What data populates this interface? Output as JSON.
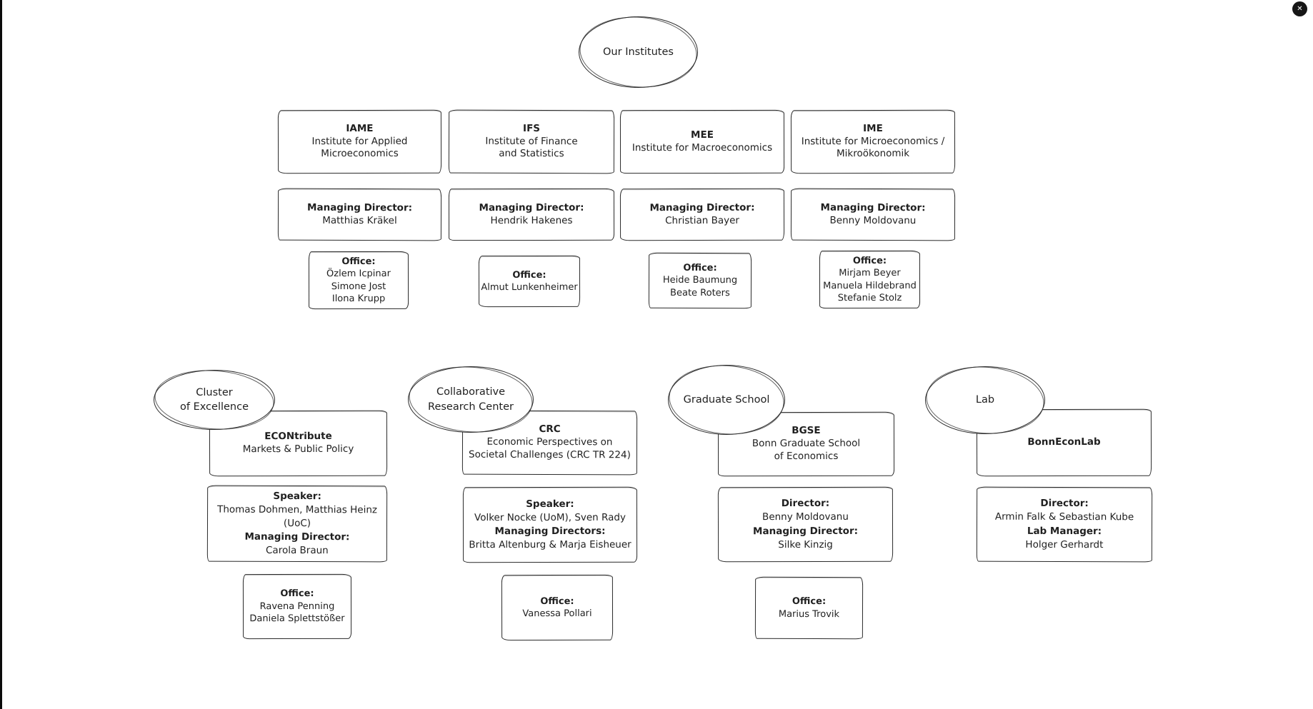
{
  "page": {
    "corner_badge_symbol": "✕",
    "stroke_color": "#2a2a2a",
    "background": "#ffffff"
  },
  "root_ellipse": {
    "line1": "Our Institutes"
  },
  "institutes": [
    {
      "abbr": "IAME",
      "name1": "Institute for Applied",
      "name2": "Microeconomics",
      "md_label": "Managing Director:",
      "md_name": "Matthias Kräkel",
      "office_label": "Office:",
      "office1": "Özlem Icpinar",
      "office2": "Simone Jost",
      "office3": "Ilona Krupp"
    },
    {
      "abbr": "IFS",
      "name1": "Institute of Finance",
      "name2": "and Statistics",
      "md_label": "Managing Director:",
      "md_name": "Hendrik Hakenes",
      "office_label": "Office:",
      "office1": "Almut Lunkenheimer"
    },
    {
      "abbr": "MEE",
      "name1": "Institute for Macroeconomics",
      "md_label": "Managing Director:",
      "md_name": "Christian Bayer",
      "office_label": "Office:",
      "office1": "Heide Baumung",
      "office2": "Beate Roters"
    },
    {
      "abbr": "IME",
      "name1": "Institute for Microeconomics /",
      "name2": "Mikroökonomik",
      "md_label": "Managing Director:",
      "md_name": "Benny Moldovanu",
      "office_label": "Office:",
      "office1": "Mirjam Beyer",
      "office2": "Manuela Hildebrand",
      "office3": "Stefanie Stolz"
    }
  ],
  "groups": [
    {
      "ellipse1": "Cluster",
      "ellipse2": "of Excellence",
      "abbr": "ECONtribute",
      "name1": "Markets & Public Policy",
      "role1": "Speaker:",
      "names1": "Thomas Dohmen, Matthias Heinz (UoC)",
      "role2": "Managing Director:",
      "names2": "Carola Braun",
      "office_label": "Office:",
      "office1": "Ravena Penning",
      "office2": "Daniela Splettstößer"
    },
    {
      "ellipse1": "Collaborative",
      "ellipse2": "Research Center",
      "abbr": "CRC",
      "name1": "Economic Perspectives on",
      "name2": "Societal Challenges (CRC TR 224)",
      "role1": "Speaker:",
      "names1": "Volker Nocke (UoM), Sven Rady",
      "role2": "Managing Directors:",
      "names2": "Britta Altenburg & Marja Eisheuer",
      "office_label": "Office:",
      "office1": "Vanessa Pollari"
    },
    {
      "ellipse1": "Graduate School",
      "abbr": "BGSE",
      "name1": "Bonn Graduate School",
      "name2": "of Economics",
      "role1": "Director:",
      "names1": "Benny Moldovanu",
      "role2": "Managing Director:",
      "names2": "Silke Kinzig",
      "office_label": "Office:",
      "office1": "Marius Trovik"
    },
    {
      "ellipse1": "Lab",
      "abbr": "BonnEconLab",
      "role1": "Director:",
      "names1": "Armin Falk & Sebastian Kube",
      "role2": "Lab Manager:",
      "names2": "Holger Gerhardt"
    }
  ]
}
